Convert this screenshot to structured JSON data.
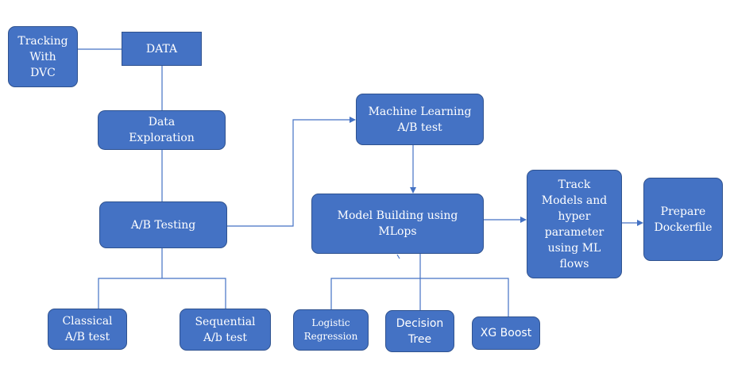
{
  "nodes": {
    "tracking": "Tracking\nWith\nDVC",
    "data": "DATA",
    "exploration": "Data\nExploration",
    "ab_testing": "A/B Testing",
    "ml_ab_test": "Machine Learning\nA/B test",
    "model_building": "Model Building using\nMLops",
    "track_models": "Track\nModels and\nhyper\nparameter\nusing ML\nflows",
    "dockerfile": "Prepare\nDockerfile",
    "classical": "Classical\nA/B test",
    "sequential": "Sequential\nA/b test",
    "logistic": "Logistic\nRegression",
    "decision_tree": "Decision\nTree",
    "xgboost": "XG Boost"
  },
  "colors": {
    "fill": "#4472c4",
    "border": "#2f528f",
    "text": "#ffffff",
    "line": "#4472c4"
  }
}
